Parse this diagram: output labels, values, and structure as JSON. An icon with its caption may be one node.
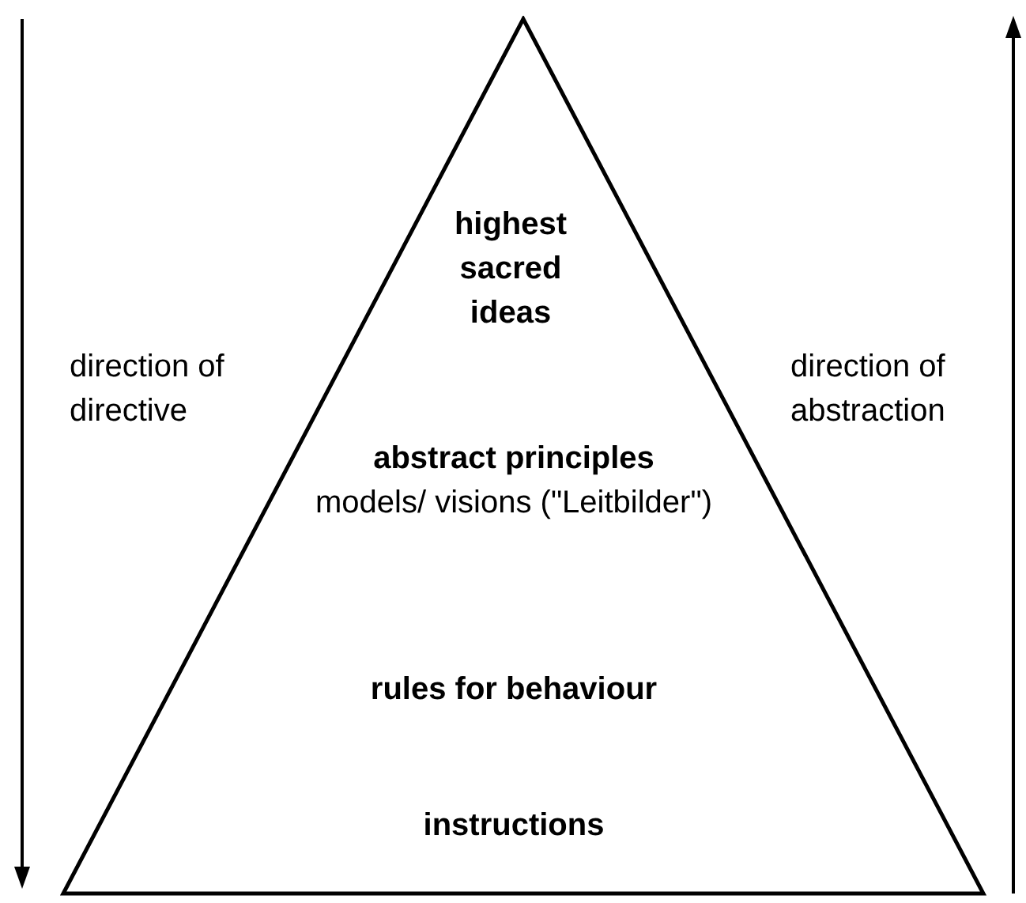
{
  "diagram": {
    "nodes": [
      {
        "text": [
          "highest sacred ideas",
          "abstract principles",
          "models/ visions (\"Leitbilder\")",
          "rules for behaviour",
          "instructions"
        ]
      }
    ],
    "edges": [],
    "labels": [
      "direction of directive",
      "direction of abstraction"
    ]
  }
}
